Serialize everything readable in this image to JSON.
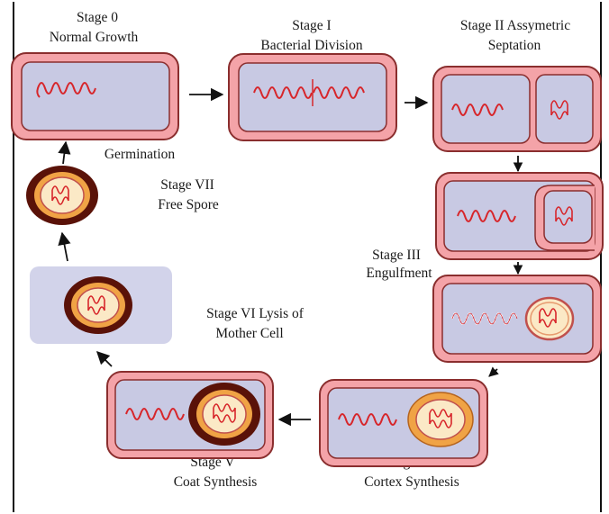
{
  "diagram": {
    "stages": [
      {
        "id": "stage-0",
        "title": "Stage 0",
        "subtitle": "Normal Growth"
      },
      {
        "id": "stage-1",
        "title": "Stage I",
        "subtitle": "Bacterial Division"
      },
      {
        "id": "stage-2",
        "title": "Stage II Assymetric",
        "subtitle": "Septation"
      },
      {
        "id": "stage-3",
        "title": "Stage III",
        "subtitle": "Engulfment"
      },
      {
        "id": "stage-4",
        "title": "Stage IV",
        "subtitle": "Cortex Synthesis"
      },
      {
        "id": "stage-5",
        "title": "Stage V",
        "subtitle": "Coat Synthesis"
      },
      {
        "id": "stage-6",
        "title": "Stage VI Lysis of",
        "subtitle": "Mother Cell"
      },
      {
        "id": "stage-7",
        "title": "Stage VII",
        "subtitle": "Free Spore"
      }
    ],
    "germination_label": "Germination",
    "colors": {
      "cell_wall": "#f4a3a8",
      "cell_wall_stroke": "#8a2e2e",
      "cytoplasm": "#c8c9e3",
      "dna": "#d7262b",
      "spore_core": "#fbe9c6",
      "cortex": "#f0a345",
      "coat": "#5a1208",
      "lysed_cell": "#d2d3ea",
      "arrow": "#111111"
    }
  }
}
